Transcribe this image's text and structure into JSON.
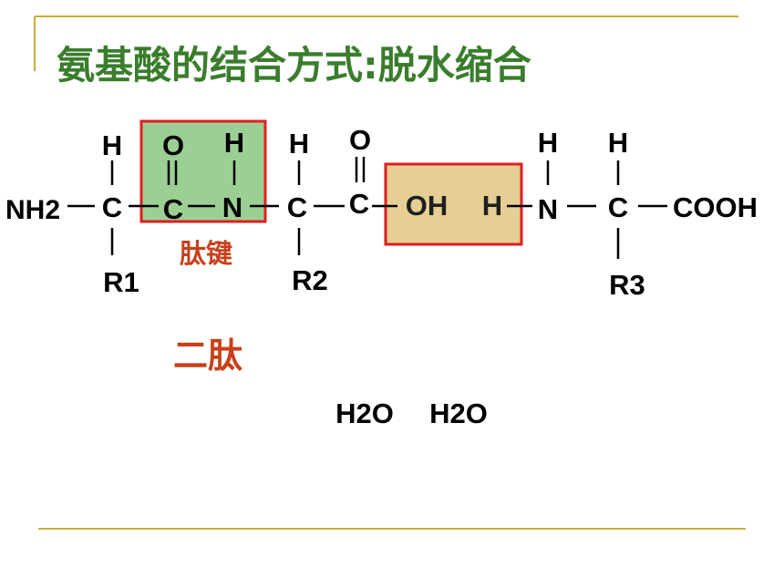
{
  "slide": {
    "title": "氨基酸的结合方式:脱水缩合",
    "peptide_bond_label": "肽键",
    "dipeptide_label": "二肽",
    "water_1": "H2O",
    "water_2": "H2O"
  },
  "formula": {
    "nh2": "NH2",
    "c1": "C",
    "h1": "H",
    "r1": "R1",
    "c2": "C",
    "o1": "O",
    "n1": "N",
    "h2": "H",
    "c3": "C",
    "h3": "H",
    "r2": "R2",
    "c4": "C",
    "o2": "O",
    "oh": "OH",
    "h4": "H",
    "n2": "N",
    "h5": "H",
    "c5": "C",
    "h6": "H",
    "r3": "R3",
    "cooh": "COOH"
  },
  "colors": {
    "title": "#3a7d2c",
    "label": "#c8401a",
    "peptide_box_fill": "#9ccf94",
    "water_box_fill": "#e6cf94",
    "box_border": "#e01e1e",
    "rule": "#c9ad3b"
  }
}
